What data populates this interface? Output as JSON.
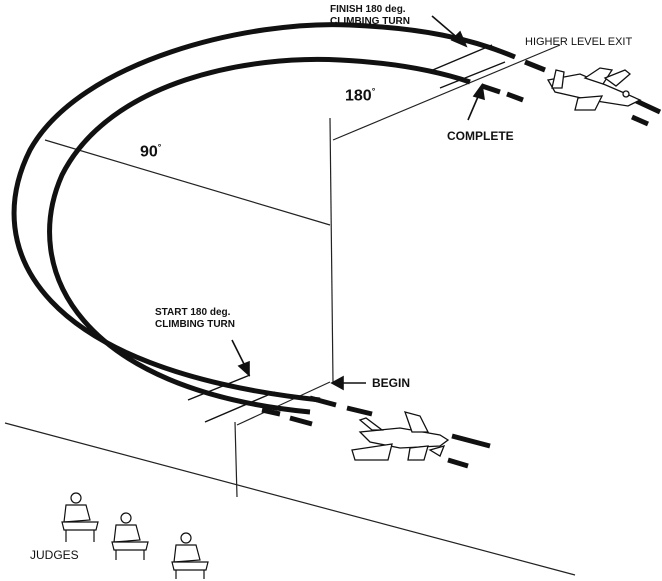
{
  "labels": {
    "finish_line1": "FINISH 180 deg.",
    "finish_line2": "CLIMBING TURN",
    "higher_exit": "HIGHER LEVEL EXIT",
    "angle_180": "180",
    "angle_90": "90",
    "degree_symbol": "°",
    "complete": "COMPLETE",
    "start_line1": "START 180 deg.",
    "start_line2": "CLIMBING TURN",
    "begin": "BEGIN",
    "judges": "JUDGES"
  }
}
